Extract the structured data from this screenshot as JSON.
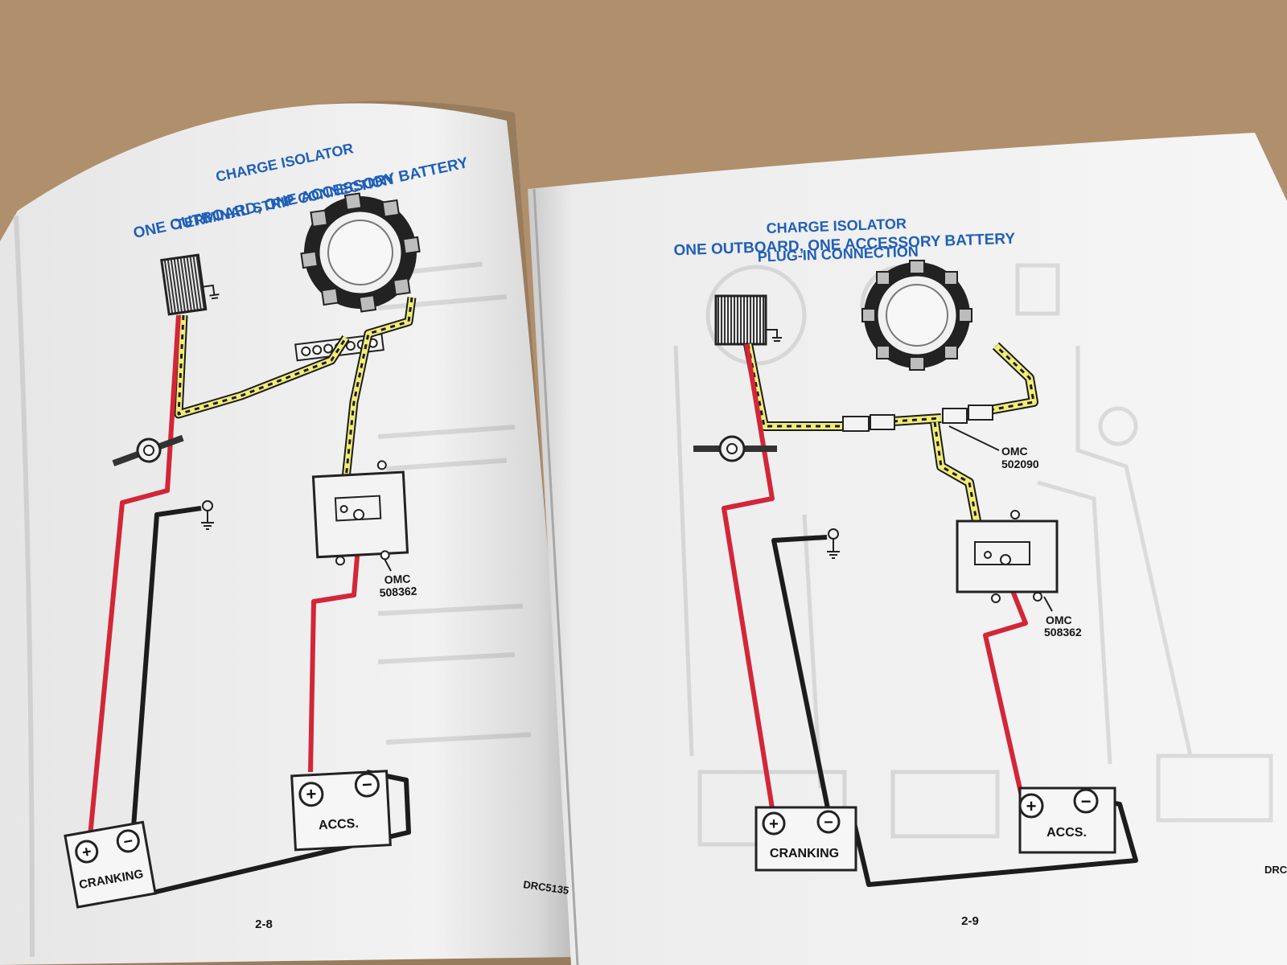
{
  "left_page": {
    "title_lines": [
      "CHARGE ISOLATOR",
      "ONE OUTBOARD, ONE ACCESSORY BATTERY",
      "TERMINAL STRIP CONNECTION"
    ],
    "isolator_part": "OMC",
    "isolator_number": "508362",
    "battery_cranking": "CRANKING",
    "battery_accs": "ACCS.",
    "drawing_id": "DRC5135",
    "page_number": "2-8"
  },
  "right_page": {
    "title_lines": [
      "CHARGE ISOLATOR",
      "ONE OUTBOARD, ONE ACCESSORY BATTERY",
      "PLUG-IN CONNECTION"
    ],
    "harness_part": "OMC",
    "harness_number": "502090",
    "isolator_part": "OMC",
    "isolator_number": "508362",
    "battery_cranking": "CRANKING",
    "battery_accs": "ACCS.",
    "drawing_id": "DRC",
    "page_number": "2-9"
  },
  "terminal_symbols": {
    "positive": "+",
    "negative": "−"
  },
  "colors": {
    "title_blue": "#1f5fb8",
    "wire_red": "#d32638",
    "wire_black": "#1c1c1c",
    "wire_yellow": "#f1ec78",
    "table": "#b08f6c",
    "paper": "#f3f3f3"
  }
}
